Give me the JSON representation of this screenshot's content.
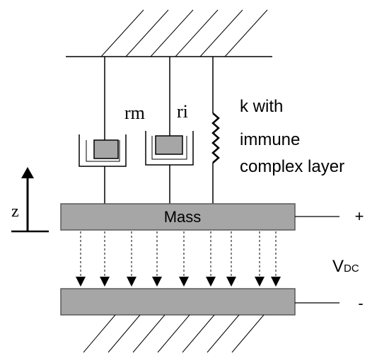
{
  "labels": {
    "rm": "rm",
    "ri": "ri",
    "spring_line1": "k with",
    "spring_line2": "immune",
    "spring_line3": "complex layer",
    "mass": "Mass",
    "z": "z",
    "plus": "+",
    "minus": "-",
    "v_main": "V",
    "v_sub": "DC"
  },
  "colors": {
    "plate_fill": "#a6a6a6",
    "plate_stroke": "#595959",
    "line": "#000000"
  }
}
